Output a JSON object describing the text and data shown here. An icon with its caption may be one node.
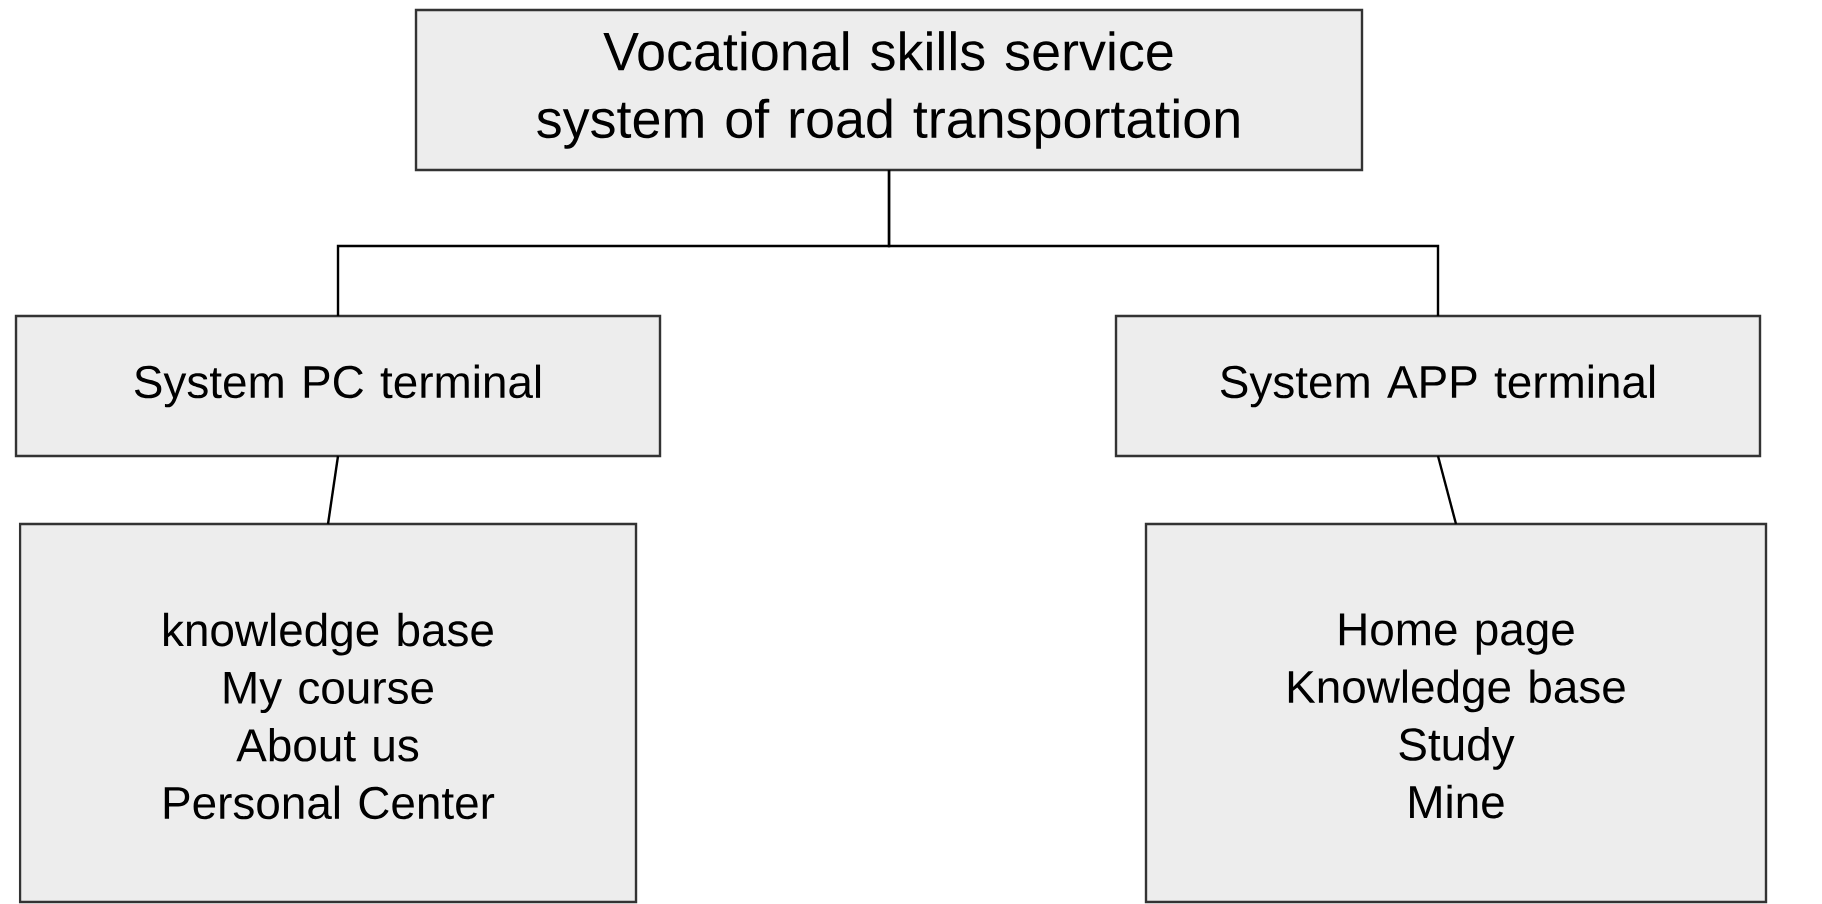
{
  "diagram": {
    "nodes": [
      {
        "text": [
          "Vocational skills service system of road transportation"
        ]
      },
      {
        "text": [
          "System PC terminal"
        ]
      },
      {
        "text": [
          "System APP terminal"
        ]
      },
      {
        "text": [
          "knowledge base",
          "My course",
          "About us",
          "Personal Center"
        ]
      },
      {
        "text": [
          "Home page",
          "Knowledge base",
          "Study",
          "Mine"
        ]
      }
    ],
    "edges": [
      {
        "from": 0,
        "to": 1,
        "arrow": "none"
      },
      {
        "from": 0,
        "to": 2,
        "arrow": "none"
      },
      {
        "from": 1,
        "to": 3,
        "arrow": "none"
      },
      {
        "from": 2,
        "to": 4,
        "arrow": "none"
      }
    ]
  }
}
